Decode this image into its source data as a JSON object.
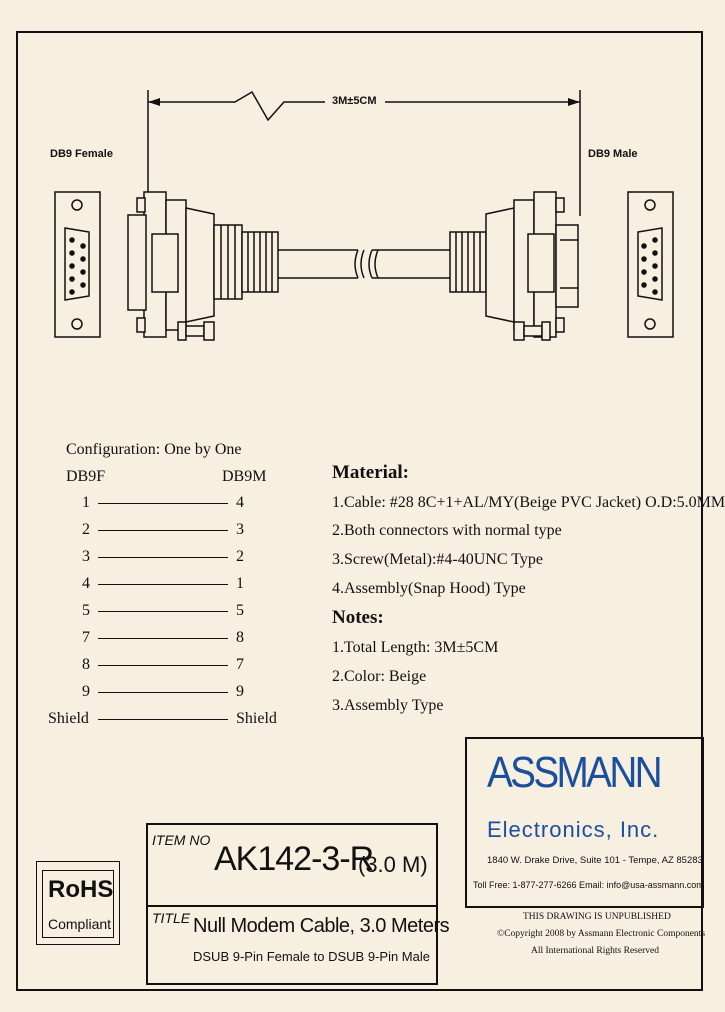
{
  "drawing": {
    "length_label": "3M±5CM",
    "left_connector_label": "DB9 Female",
    "right_connector_label": "DB9 Male"
  },
  "wiring": {
    "configuration": "Configuration: One by One",
    "left_header": "DB9F",
    "right_header": "DB9M",
    "rows": [
      {
        "left": "1",
        "right": "4"
      },
      {
        "left": "2",
        "right": "3"
      },
      {
        "left": "3",
        "right": "2"
      },
      {
        "left": "4",
        "right": "1"
      },
      {
        "left": "5",
        "right": "5"
      },
      {
        "left": "7",
        "right": "8"
      },
      {
        "left": "8",
        "right": "7"
      },
      {
        "left": "9",
        "right": "9"
      },
      {
        "left": "Shield",
        "right": "Shield"
      }
    ]
  },
  "material": {
    "heading": "Material:",
    "items": [
      "1.Cable: #28 8C+1+AL/MY(Beige PVC Jacket) O.D:5.0MM",
      "2.Both connectors with normal type",
      "3.Screw(Metal):#4-40UNC Type",
      "4.Assembly(Snap Hood) Type"
    ]
  },
  "notes": {
    "heading": "Notes:",
    "items": [
      "1.Total Length: 3M±5CM",
      "2.Color: Beige",
      "3.Assembly Type"
    ]
  },
  "company": {
    "name": "ASSMANN",
    "subname": "Electronics, Inc.",
    "address": "1840 W. Drake Drive, Suite 101 - Tempe, AZ 85283",
    "contact": "Toll Free: 1-877-277-6266   Email: info@usa-assmann.com",
    "notice_1": "THIS DRAWING IS UNPUBLISHED",
    "notice_2": "Copyright 2008 by Assmann Electronic Components",
    "notice_3": "All International Rights Reserved",
    "brand_color": "#1a4fa0"
  },
  "title_block": {
    "item_no_label": "ITEM NO",
    "item_no": "AK142-3-R",
    "item_length": "(3.0 M)",
    "title_label": "TITLE",
    "title": "Null Modem Cable, 3.0 Meters",
    "subtitle": "DSUB 9-Pin Female to DSUB 9-Pin Male"
  },
  "rohs": {
    "label": "RoHS",
    "sub": "Compliant"
  }
}
